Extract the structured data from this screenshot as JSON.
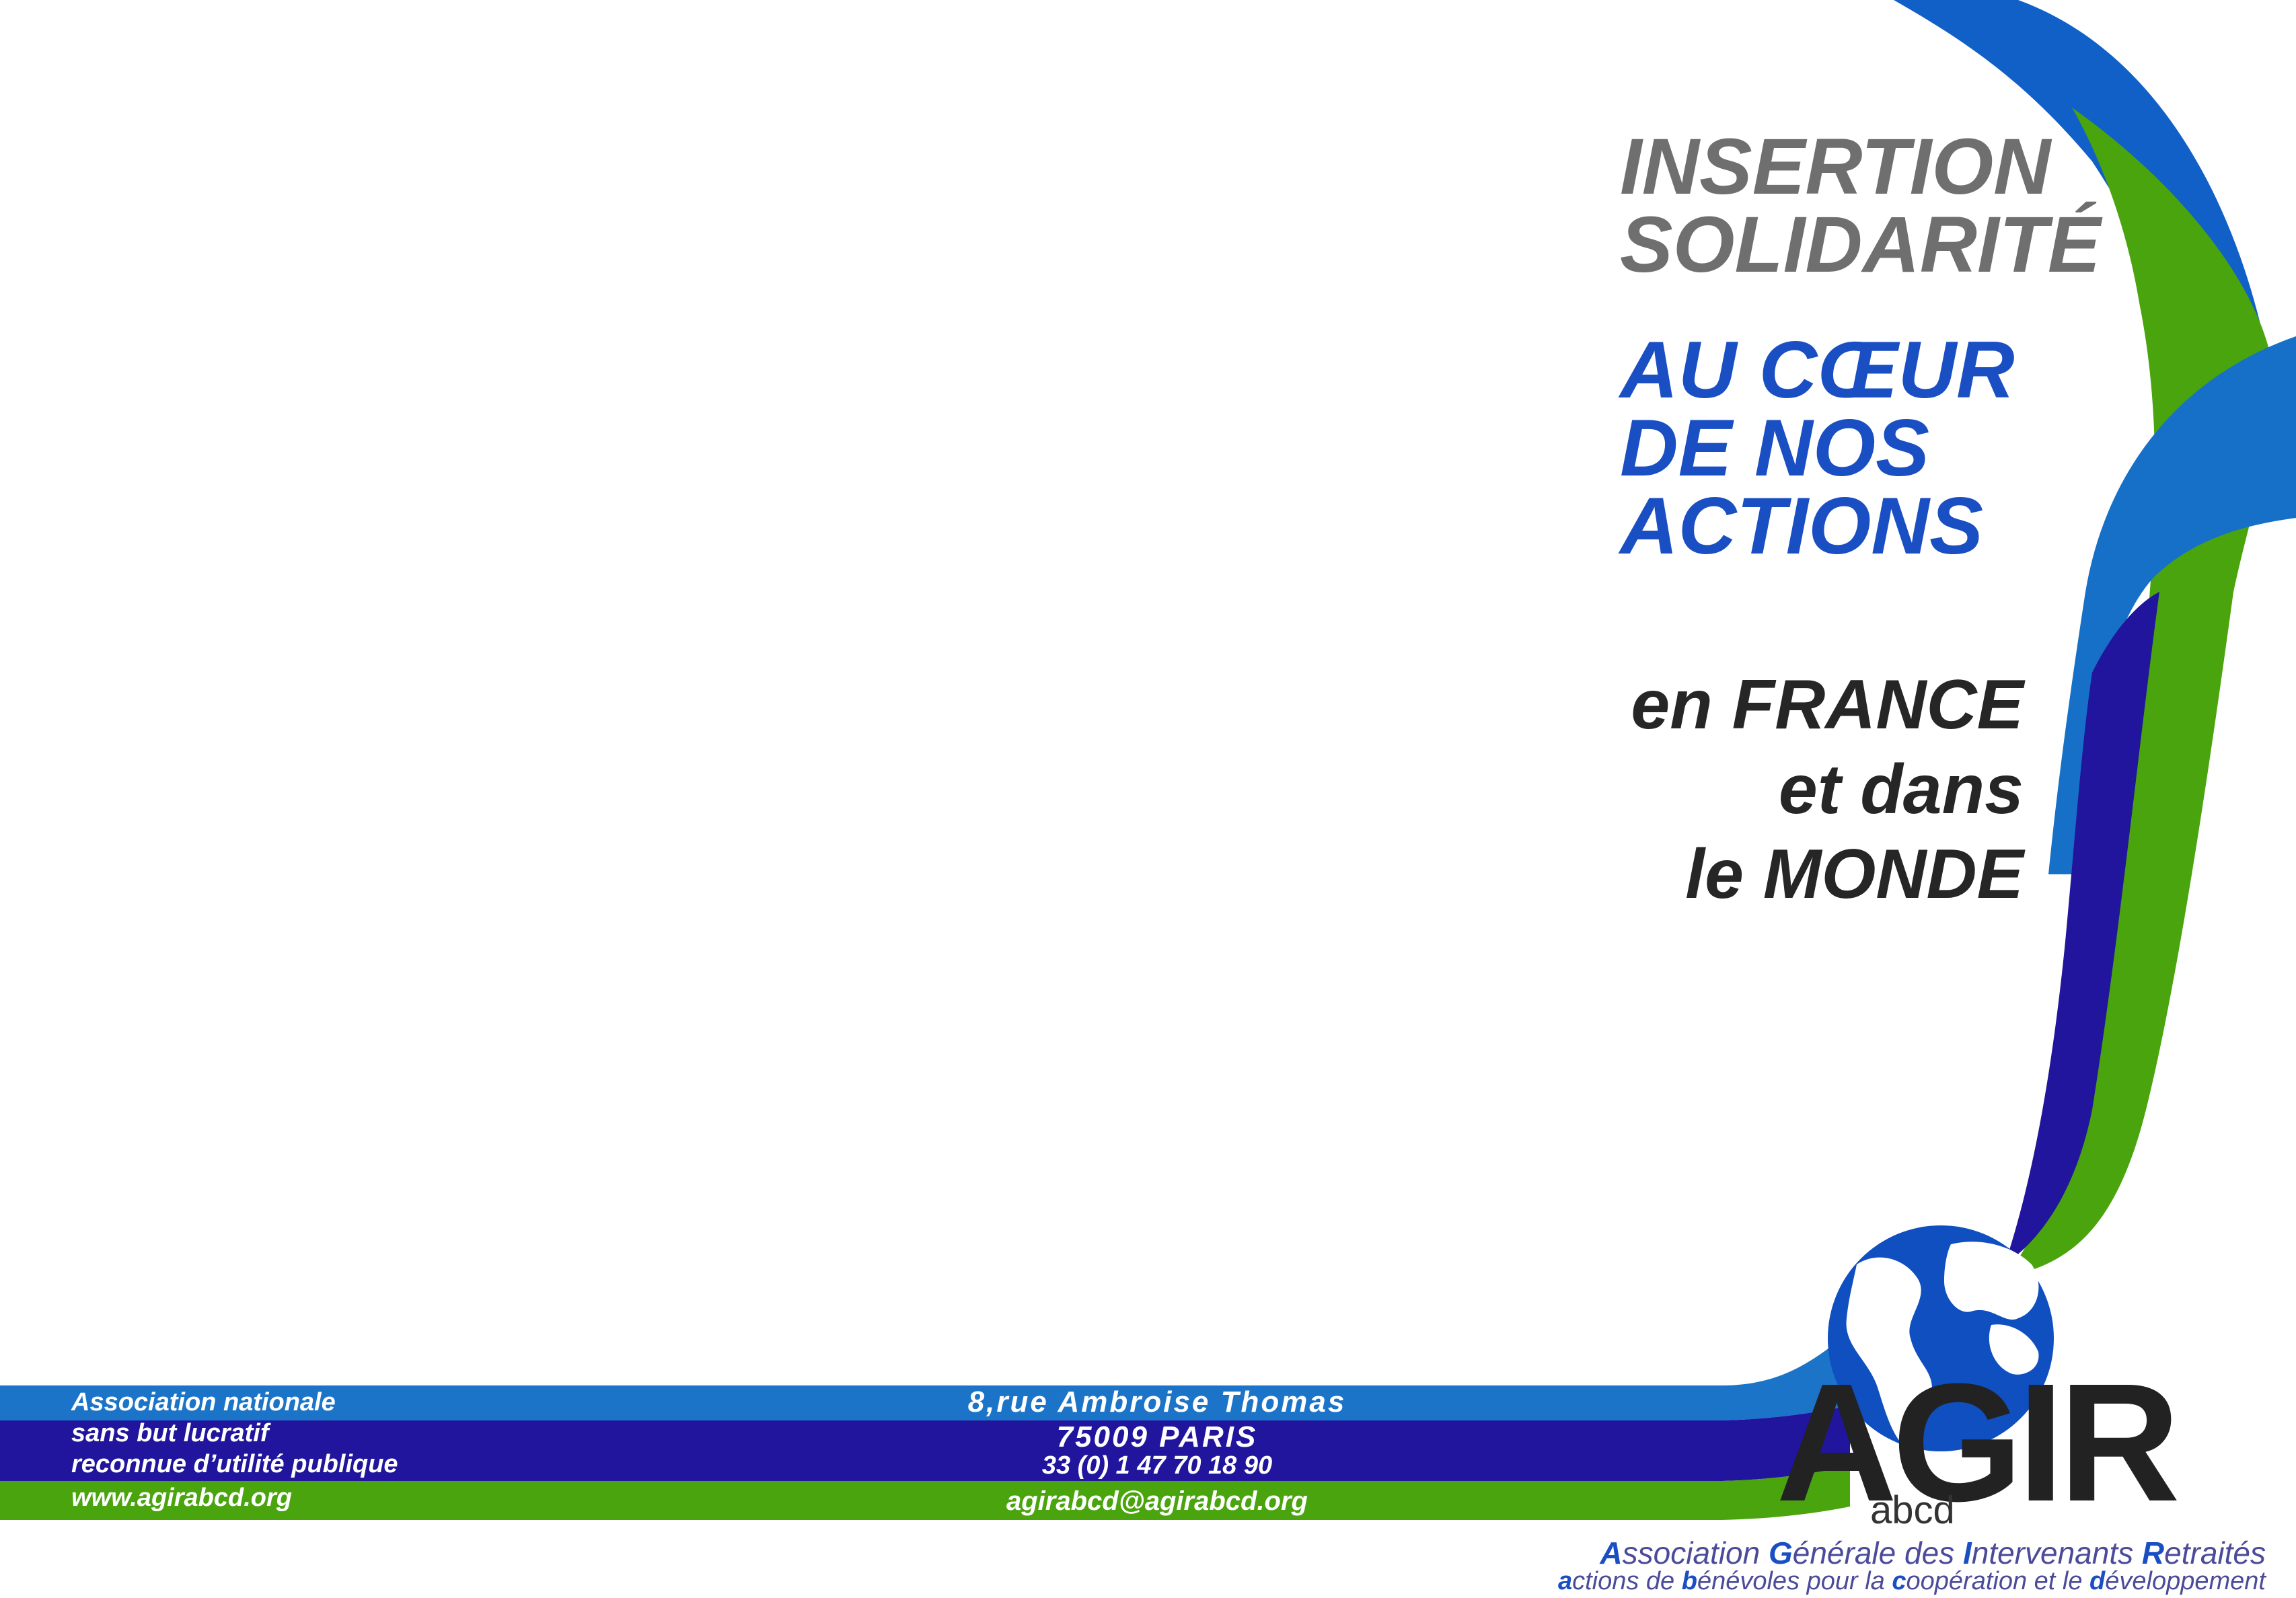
{
  "headline": {
    "line1": "INSERTION",
    "line2": "SOLIDARITÉ",
    "line3": "AU CŒUR",
    "line4": "DE NOS",
    "line5": "ACTIONS"
  },
  "scope": {
    "line1_pre": "en ",
    "line1_em": "FRANCE",
    "line2": "et dans",
    "line3_pre": "le ",
    "line3_em": "MONDE"
  },
  "footer_left": {
    "line1": "Association nationale",
    "line2": "sans but lucratif",
    "line3": "reconnue d’utilité publique",
    "website": "www.agirabcd.org"
  },
  "footer_center": {
    "street": "8,rue Ambroise  Thomas",
    "city": "75009 PARIS",
    "phone": "33 (0) 1 47 70 18 90",
    "email": "agirabcd@agirabcd.org"
  },
  "logo": {
    "word": "AGIR",
    "sub": "abcd"
  },
  "full_name": {
    "l1": [
      {
        "cap": "A",
        "rest": "ssociation "
      },
      {
        "cap": "G",
        "rest": "énérale des "
      },
      {
        "cap": "I",
        "rest": "ntervenants "
      },
      {
        "cap": "R",
        "rest": "etraités"
      }
    ],
    "l2": [
      {
        "cap": "a",
        "rest": "ctions de "
      },
      {
        "cap": "b",
        "rest": "énévoles pour la "
      },
      {
        "cap": "c",
        "rest": "oopération et le "
      },
      {
        "cap": "d",
        "rest": "éveloppement"
      }
    ]
  },
  "colors": {
    "blue_light": "#1b74c8",
    "blue_royal": "#1060c8",
    "indigo": "#20159c",
    "green": "#4aa40e",
    "text_blue": "#1a4fc4",
    "text_grey": "#6f6f6f"
  },
  "icons": [
    "globe-icon"
  ]
}
